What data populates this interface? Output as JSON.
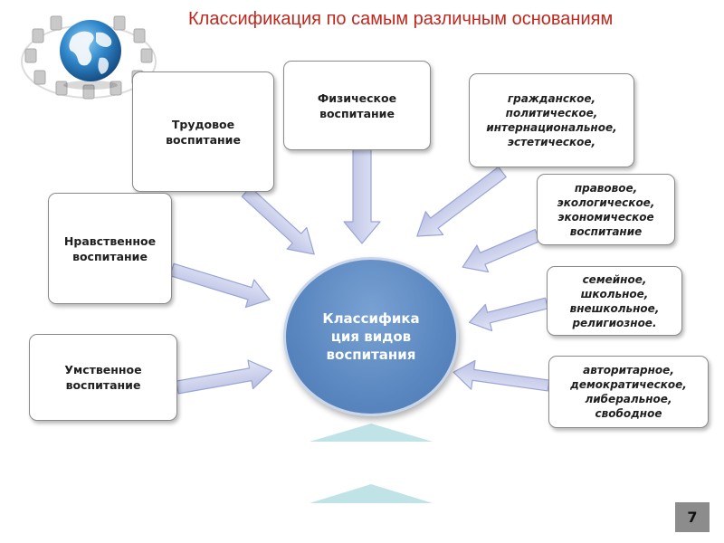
{
  "slide": {
    "title": "Классификация по самым различным основаниям",
    "center": "Классифика\nция видов\nвоспитания",
    "page_number": "7"
  },
  "boxes": {
    "labor": "Трудовое\nвоспитание",
    "physical": "Физическое\nвоспитание",
    "civic": "гражданское,\nполитическое,\nинтернациональное,\nэстетическое,",
    "legal": "правовое,\nэкологическое,\nэкономическое\nвоспитание",
    "family": "семейное,\nшкольное,\nвнешкольное,\nрелигиозное.",
    "style": "авторитарное,\nдемократическое,\nлиберальное,\nсвободное",
    "moral": "Нравственное\nвоспитание",
    "mental": "Умственное\nвоспитание"
  },
  "icons": {
    "logo": "globe-with-chairs-icon"
  },
  "colors": {
    "title": "#c0281e",
    "circle": "#5a87c0",
    "arrow_fill": "#c8cde9",
    "arrow_stroke": "#9aa4d6",
    "triangle": "#bfe3e6",
    "page_badge": "#8c8c8c"
  }
}
